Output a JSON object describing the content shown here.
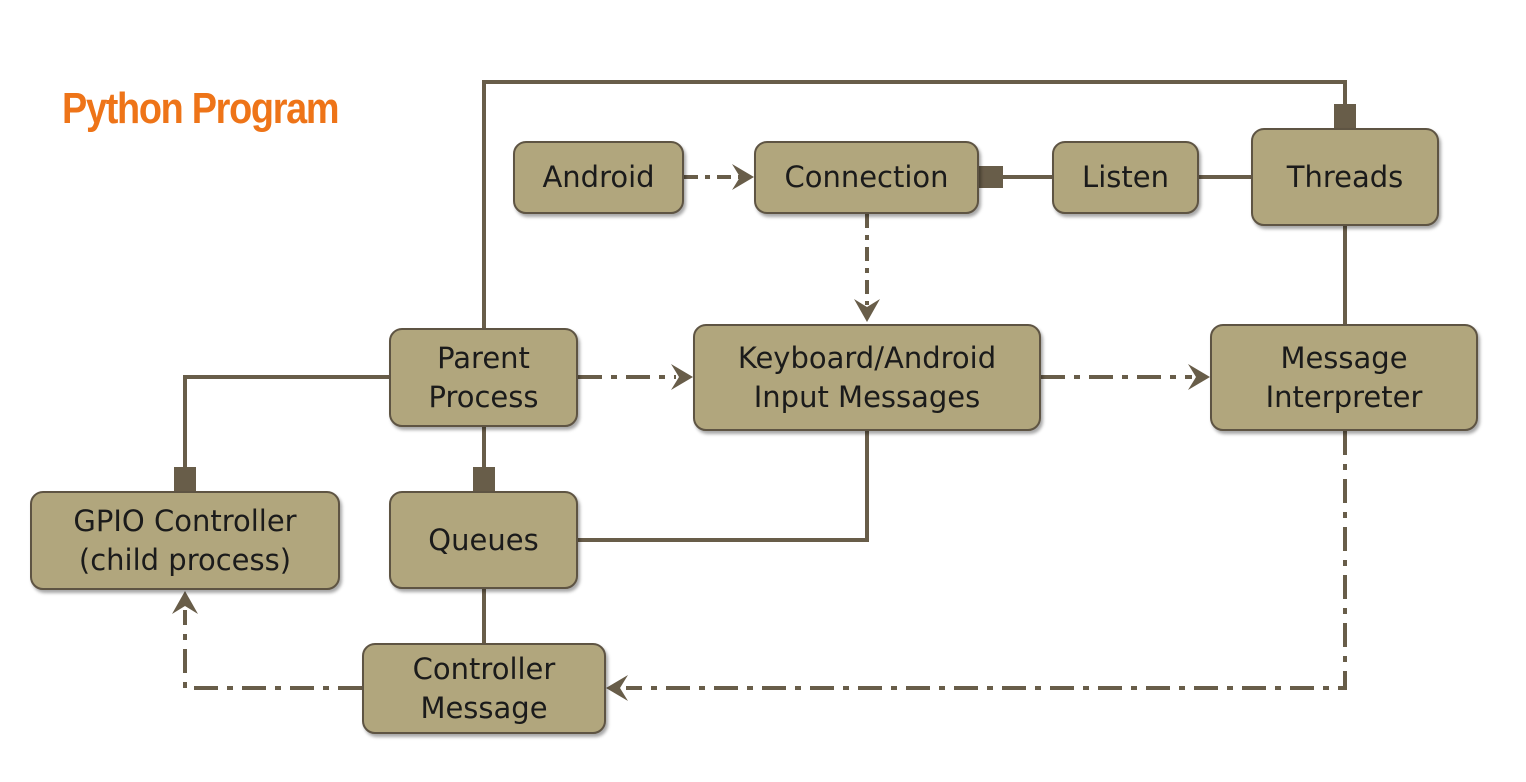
{
  "title": "Python Program",
  "colors": {
    "title": "#ee7418",
    "box_fill": "#b1a67d",
    "box_border": "#5e5443",
    "connector": "#685d49",
    "text": "#1b1b1b"
  },
  "nodes": {
    "android": {
      "lines": [
        "Android"
      ]
    },
    "connection": {
      "lines": [
        "Connection"
      ]
    },
    "listen": {
      "lines": [
        "Listen"
      ]
    },
    "threads": {
      "lines": [
        "Threads"
      ]
    },
    "parent_process": {
      "lines": [
        "Parent",
        "Process"
      ]
    },
    "input_messages": {
      "lines": [
        "Keyboard/Android",
        "Input Messages"
      ]
    },
    "message_interpreter": {
      "lines": [
        "Message",
        "Interpreter"
      ]
    },
    "gpio_controller": {
      "lines": [
        "GPIO Controller",
        "(child process)"
      ]
    },
    "queues": {
      "lines": [
        "Queues"
      ]
    },
    "controller_message": {
      "lines": [
        "Controller",
        "Message"
      ]
    }
  }
}
